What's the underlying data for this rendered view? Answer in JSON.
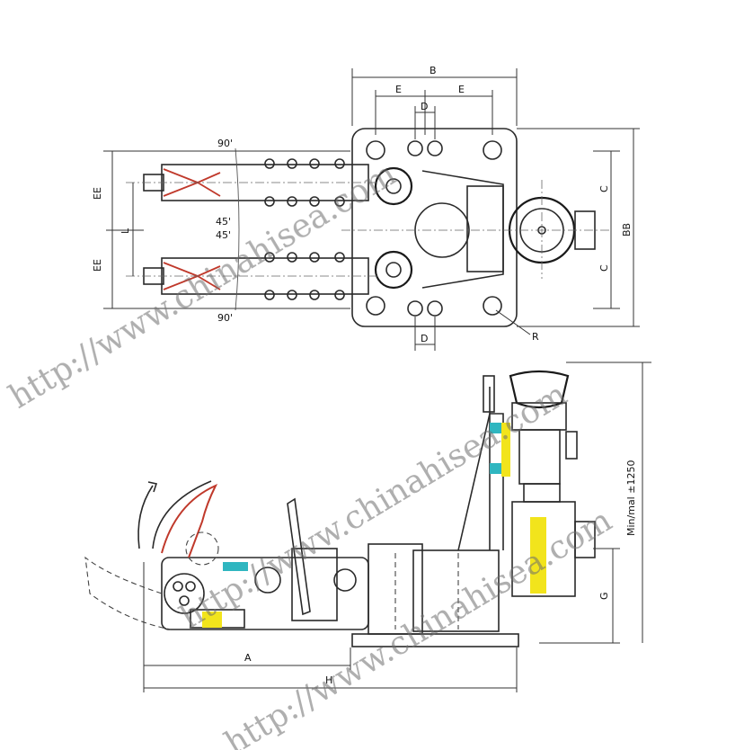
{
  "labels": {
    "B": "B",
    "E_left": "E",
    "E_right": "E",
    "D_top": "D",
    "D_bottom": "D",
    "angle_top": "90'",
    "angle_bottom": "90'",
    "angle_45_a": "45'",
    "angle_45_b": "45'",
    "EE_top": "EE",
    "EE_bottom": "EE",
    "L": "L",
    "C_top": "C",
    "C_bottom": "C",
    "BB": "BB",
    "R": "R",
    "A": "A",
    "H": "H",
    "G": "G",
    "min_mal": "Min/mal ±1250"
  },
  "watermarks": [
    "http://www.chinahisea.com",
    "http://www.chinahisea.com",
    "http://www.chinahisea.com"
  ],
  "colors": {
    "line": "#2a2a2a",
    "accent_red": "#c0392b",
    "highlight_yellow": "#f2e41c",
    "accent_cyan": "#2fb6c0"
  }
}
